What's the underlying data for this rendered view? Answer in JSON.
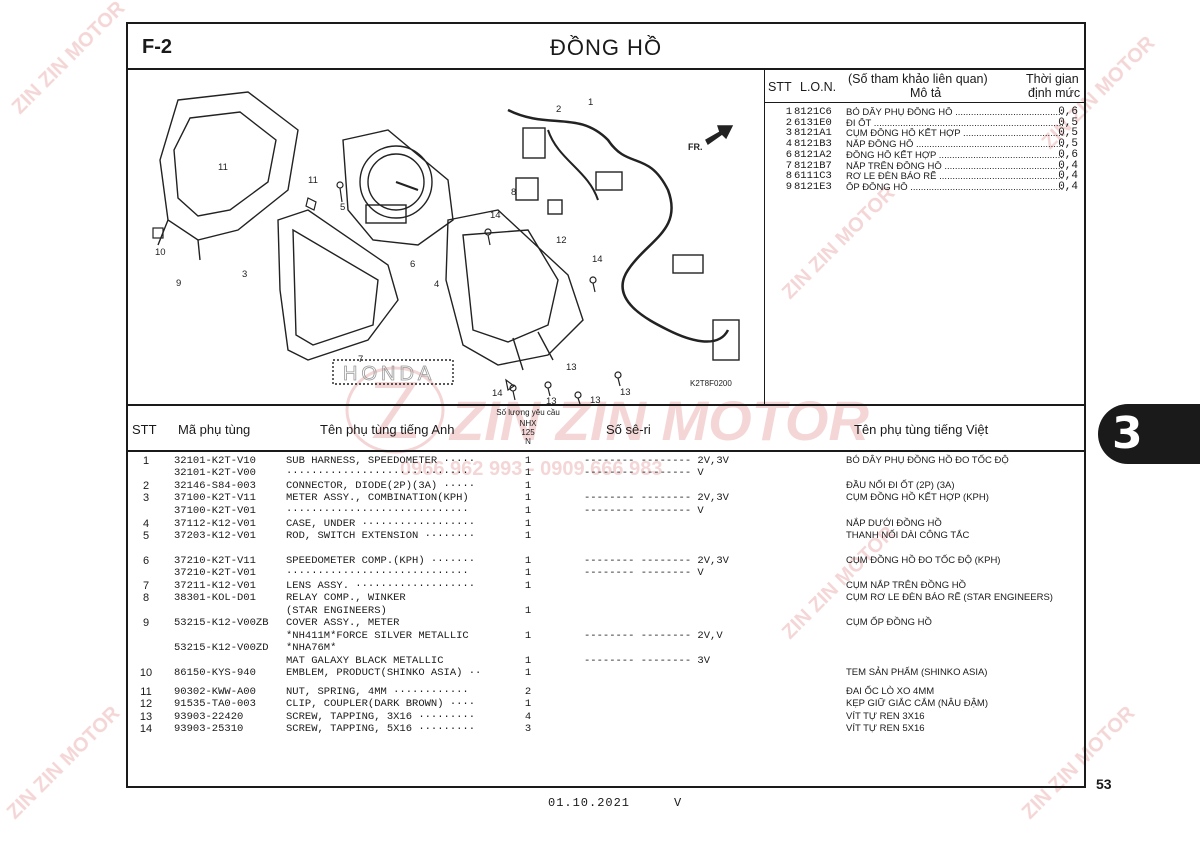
{
  "section_code": "F-2",
  "section_title": "ĐỒNG HỒ",
  "tab_number": "3",
  "page_number": "53",
  "footer_date": "01.10.2021",
  "footer_mark": "V",
  "diagram": {
    "code": "K2T8F0200",
    "arrow_label": "FR.",
    "brand": "HONDA",
    "callouts": [
      "1",
      "2",
      "3",
      "4",
      "5",
      "6",
      "7",
      "8",
      "9",
      "10",
      "11",
      "11",
      "12",
      "13",
      "13",
      "13",
      "13",
      "14",
      "14",
      "14"
    ]
  },
  "reference": {
    "headers": {
      "stt": "STT",
      "lon": "L.O.N.",
      "desc_line1": "(Số tham khảo liên quan)",
      "desc_line2": "Mô tả",
      "time_line1": "Thời gian",
      "time_line2": "định mức"
    },
    "rows": [
      {
        "stt": "1",
        "lon": "8121C6",
        "desc": "BỎ DÂY PHỤ ĐỒNG HỒ",
        "time": "0,6"
      },
      {
        "stt": "2",
        "lon": "6131E0",
        "desc": "ĐI ỐT",
        "time": "0,5"
      },
      {
        "stt": "3",
        "lon": "8121A1",
        "desc": "CỤM ĐỒNG HỒ KẾT HỢP",
        "time": "0,5"
      },
      {
        "stt": "4",
        "lon": "8121B3",
        "desc": "NẮP ĐỒNG HỒ",
        "time": "0,5"
      },
      {
        "stt": "6",
        "lon": "8121A2",
        "desc": "ĐỒNG HỒ KẾT HỢP",
        "time": "0,6"
      },
      {
        "stt": "7",
        "lon": "8121B7",
        "desc": "NẮP TRÊN ĐỒNG HỒ",
        "time": "0,4"
      },
      {
        "stt": "8",
        "lon": "6111C3",
        "desc": "RƠ LE ĐÈN BÁO RẼ",
        "time": "0,4"
      },
      {
        "stt": "9",
        "lon": "8121E3",
        "desc": "ỐP ĐỒNG HỒ",
        "time": "0,4"
      }
    ]
  },
  "table": {
    "headers": {
      "stt": "STT",
      "part_no": "Mã phụ tùng",
      "name_en": "Tên phụ tùng tiếng Anh",
      "qty_line1": "Số lượng yêu cầu",
      "qty_line2": "NHX",
      "qty_line3": "125",
      "qty_line4": "N",
      "serial": "Số sê-ri",
      "name_vn": "Tên phụ tùng tiếng Việt"
    },
    "rows": [
      {
        "stt": "1",
        "part_no": "32101-K2T-V10",
        "name_en": "SUB HARNESS, SPEEDOMETER ·····",
        "qty": "1",
        "serial": "-------- -------- 2V,3V",
        "name_vn": "BÓ DÂY PHỤ ĐỒNG HỒ ĐO TỐC ĐỘ"
      },
      {
        "stt": "",
        "part_no": "32101-K2T-V00",
        "name_en": "·····························",
        "qty": "1",
        "serial": "-------- -------- V",
        "name_vn": ""
      },
      {
        "stt": "2",
        "part_no": "32146-S84-003",
        "name_en": "CONNECTOR, DIODE(2P)(3A) ·····",
        "qty": "1",
        "serial": "",
        "name_vn": "ĐẦU NỐI ĐI ỐT (2P) (3A)"
      },
      {
        "stt": "3",
        "part_no": "37100-K2T-V11",
        "name_en": "METER ASSY., COMBINATION(KPH)",
        "qty": "1",
        "serial": "-------- -------- 2V,3V",
        "name_vn": "CỤM ĐỒNG HỒ KẾT HỢP (KPH)"
      },
      {
        "stt": "",
        "part_no": "37100-K2T-V01",
        "name_en": "·····························",
        "qty": "1",
        "serial": "-------- -------- V",
        "name_vn": ""
      },
      {
        "stt": "4",
        "part_no": "37112-K12-V01",
        "name_en": "CASE, UNDER ··················",
        "qty": "1",
        "serial": "",
        "name_vn": "NẮP DƯỚI ĐỒNG HỒ"
      },
      {
        "stt": "5",
        "part_no": "37203-K12-V01",
        "name_en": "ROD, SWITCH EXTENSION ········",
        "qty": "1",
        "serial": "",
        "name_vn": "THANH NỐI DÀI CÔNG TẮC"
      },
      {
        "stt": "6",
        "part_no": "37210-K2T-V11",
        "name_en": "SPEEDOMETER COMP.(KPH) ·······",
        "qty": "1",
        "serial": "-------- -------- 2V,3V",
        "name_vn": "CỤM ĐỒNG HỒ ĐO TỐC ĐỘ (KPH)"
      },
      {
        "stt": "",
        "part_no": "37210-K2T-V01",
        "name_en": "·····························",
        "qty": "1",
        "serial": "-------- -------- V",
        "name_vn": ""
      },
      {
        "stt": "7",
        "part_no": "37211-K12-V01",
        "name_en": "LENS ASSY. ···················",
        "qty": "1",
        "serial": "",
        "name_vn": "CỤM NẮP TRÊN ĐỒNG HỒ"
      },
      {
        "stt": "8",
        "part_no": "38301-KOL-D01",
        "name_en": "RELAY COMP., WINKER",
        "qty": "",
        "serial": "",
        "name_vn": "CỤM RƠ LE ĐÈN BÁO RẼ (STAR ENGINEERS)"
      },
      {
        "stt": "",
        "part_no": "",
        "name_en": "          (STAR ENGINEERS)",
        "qty": "1",
        "serial": "",
        "name_vn": ""
      },
      {
        "stt": "9",
        "part_no": "53215-K12-V00ZB",
        "name_en": "COVER ASSY., METER",
        "qty": "",
        "serial": "",
        "name_vn": "CỤM ỐP ĐỒNG HỒ"
      },
      {
        "stt": "",
        "part_no": "",
        "name_en": " *NH411M*FORCE SILVER METALLIC",
        "qty": "1",
        "serial": "-------- -------- 2V,V",
        "name_vn": ""
      },
      {
        "stt": "",
        "part_no": "53215-K12-V00ZD",
        "name_en": " *NHA76M*",
        "qty": "",
        "serial": "",
        "name_vn": ""
      },
      {
        "stt": "",
        "part_no": "",
        "name_en": "    MAT GALAXY BLACK METALLIC",
        "qty": "1",
        "serial": "-------- -------- 3V",
        "name_vn": ""
      },
      {
        "stt": "10",
        "part_no": "86150-KYS-940",
        "name_en": "EMBLEM, PRODUCT(SHINKO ASIA) ··",
        "qty": "1",
        "serial": "",
        "name_vn": "TEM SẢN PHẨM (SHINKO ASIA)"
      },
      {
        "stt": "11",
        "part_no": "90302-KWW-A00",
        "name_en": "NUT, SPRING, 4MM ············",
        "qty": "2",
        "serial": "",
        "name_vn": "ĐAI ỐC LÒ XO 4MM"
      },
      {
        "stt": "12",
        "part_no": "91535-TA0-003",
        "name_en": "CLIP, COUPLER(DARK BROWN) ····",
        "qty": "1",
        "serial": "",
        "name_vn": "KẸP GIỮ GIẮC CẮM (NÂU ĐẬM)"
      },
      {
        "stt": "13",
        "part_no": "93903-22420",
        "name_en": "SCREW, TAPPING, 3X16 ·········",
        "qty": "4",
        "serial": "",
        "name_vn": "VÍT TỰ REN 3X16"
      },
      {
        "stt": "14",
        "part_no": "93903-25310",
        "name_en": "SCREW, TAPPING, 5X16 ·········",
        "qty": "3",
        "serial": "",
        "name_vn": "VÍT TỰ REN 5X16"
      }
    ]
  },
  "watermark": {
    "text": "ZIN ZIN MOTOR",
    "phone": "0966 962 993 - 0909 666 983",
    "color": "#e8a3a3"
  }
}
